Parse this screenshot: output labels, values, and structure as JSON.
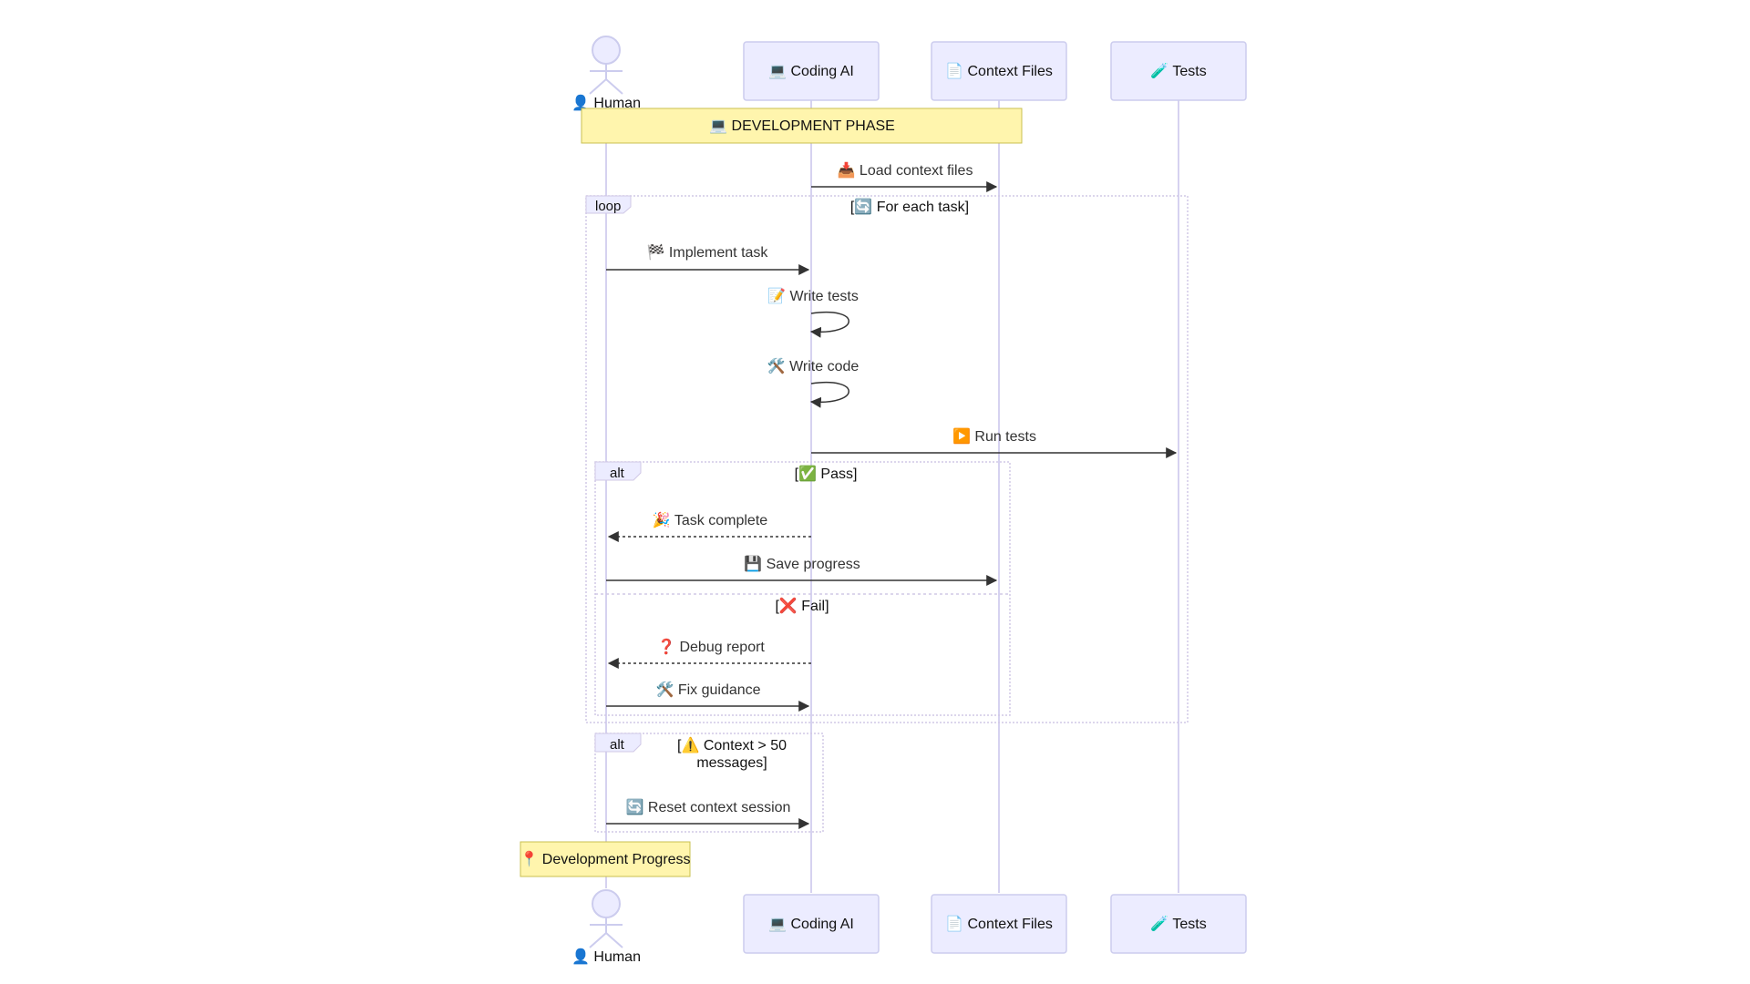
{
  "participants": [
    {
      "key": "human",
      "label": "👤 Human",
      "kind": "actor"
    },
    {
      "key": "ai",
      "label": "💻 Coding AI",
      "kind": "box"
    },
    {
      "key": "ctx",
      "label": "📄 Context Files",
      "kind": "box"
    },
    {
      "key": "tests",
      "label": "🧪 Tests",
      "kind": "box"
    }
  ],
  "notes": {
    "development_phase": "💻 DEVELOPMENT PHASE",
    "development_progress": "📍 Development Progress"
  },
  "messages": {
    "load_context": "📥 Load context files",
    "implement_task": "🏁 Implement task",
    "write_tests": "📝 Write tests",
    "write_code": "🛠️ Write code",
    "run_tests": "▶️ Run tests",
    "task_complete": "🎉 Task complete",
    "save_progress": "💾 Save progress",
    "debug_report": "❓ Debug report",
    "fix_guidance": "🛠️ Fix guidance",
    "reset_context": "🔄 Reset context session"
  },
  "fragments": {
    "loop": {
      "keyword": "loop",
      "condition": "[🔄 For each task]"
    },
    "alt_pass_fail": {
      "keyword": "alt",
      "condition_pass": "[✅ Pass]",
      "condition_fail": "[❌ Fail]"
    },
    "alt_context": {
      "keyword": "alt",
      "condition_line1": "[⚠️ Context > 50",
      "condition_line2": "messages]"
    }
  },
  "colors": {
    "participant_fill": "#ececff",
    "participant_stroke": "#ccccee",
    "lifeline": "#d6d2f0",
    "note_fill": "#fff5ad",
    "note_stroke": "#c9c050",
    "fragment_border": "#d0c8e6",
    "fragment_tag_fill": "#ececff",
    "message": "#333333"
  }
}
